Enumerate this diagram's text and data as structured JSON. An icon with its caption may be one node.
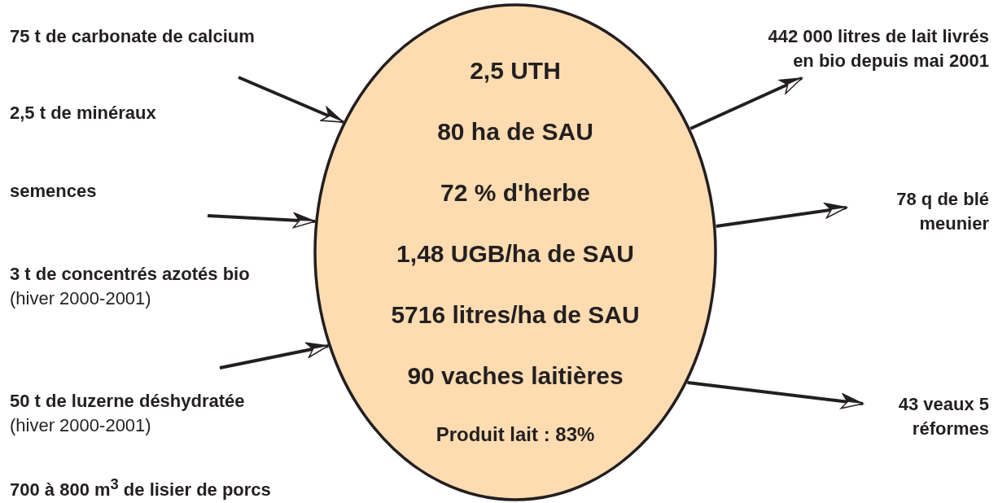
{
  "diagram": {
    "nodes": [
      {
        "text": [
          "2,5 UTH",
          "80 ha de SAU",
          "72 % d'herbe",
          "1,48 UGB/ha de SAU",
          "5716 litres/ha de SAU",
          "90 vaches laitières",
          "Produit lait : 83%"
        ]
      },
      {
        "text": [
          "442 000 litres de lait livrés en bio depuis mai 2001"
        ]
      },
      {
        "text": [
          "78 q de blé meunier"
        ]
      },
      {
        "text": [
          "43 veaux 5 réformes"
        ]
      }
    ],
    "edges": [
      {
        "from": null,
        "to": 0,
        "arrow": "to"
      },
      {
        "from": null,
        "to": 0,
        "arrow": "to"
      },
      {
        "from": null,
        "to": 0,
        "arrow": "to"
      },
      {
        "from": 0,
        "to": 1,
        "arrow": "to"
      },
      {
        "from": 0,
        "to": 2,
        "arrow": "to"
      },
      {
        "from": 0,
        "to": 3,
        "arrow": "to"
      }
    ],
    "labels": [
      "75 t de carbonate de calcium",
      "2,5 t de minéraux",
      "semences",
      "**3 t de concentrés azotés bio** (hiver 2000-2001)",
      "**50 t de luzerne déshydratée** (hiver 2000-2001)",
      "700 à 800 m$^{3}$ de lisier de porcs"
    ]
  }
}
